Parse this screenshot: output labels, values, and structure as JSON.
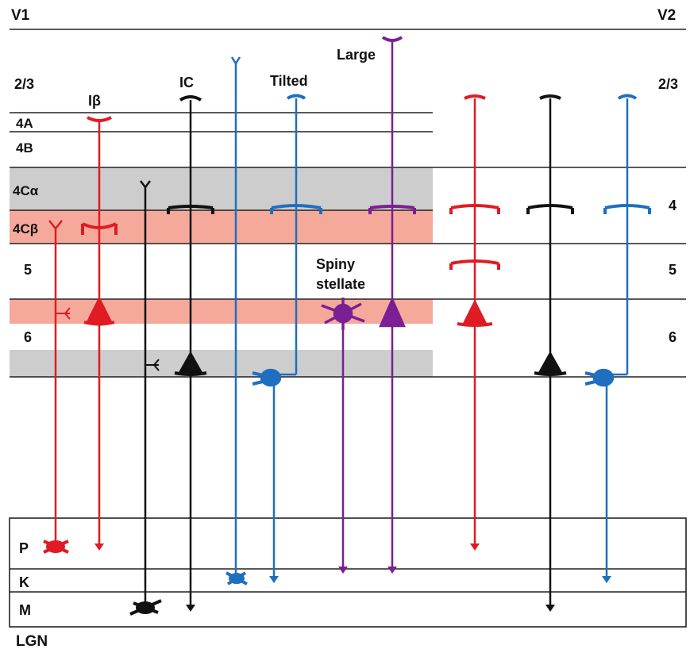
{
  "regions": {
    "v1": "V1",
    "v2": "V2",
    "lgn": "LGN"
  },
  "v1_layers": {
    "l23": "2/3",
    "l4a": "4A",
    "l4b": "4B",
    "l4ca": "4Cα",
    "l4cb": "4Cβ",
    "l5": "5",
    "l6": "6"
  },
  "v2_layers": {
    "l23": "2/3",
    "l4": "4",
    "l5": "5",
    "l6": "6"
  },
  "lgn_layers": {
    "p": "P",
    "k": "K",
    "m": "M"
  },
  "cell_labels": {
    "ib": "Iβ",
    "ic": "IC",
    "tilted": "Tilted",
    "large": "Large",
    "spiny_line1": "Spiny",
    "spiny_line2": "stellate"
  },
  "colors": {
    "red": "#e01b24",
    "black": "#111111",
    "blue": "#1f6fc0",
    "purple": "#7a1f94",
    "gray_band": "#cdcdcd",
    "salmon_band": "#f4a99b"
  }
}
